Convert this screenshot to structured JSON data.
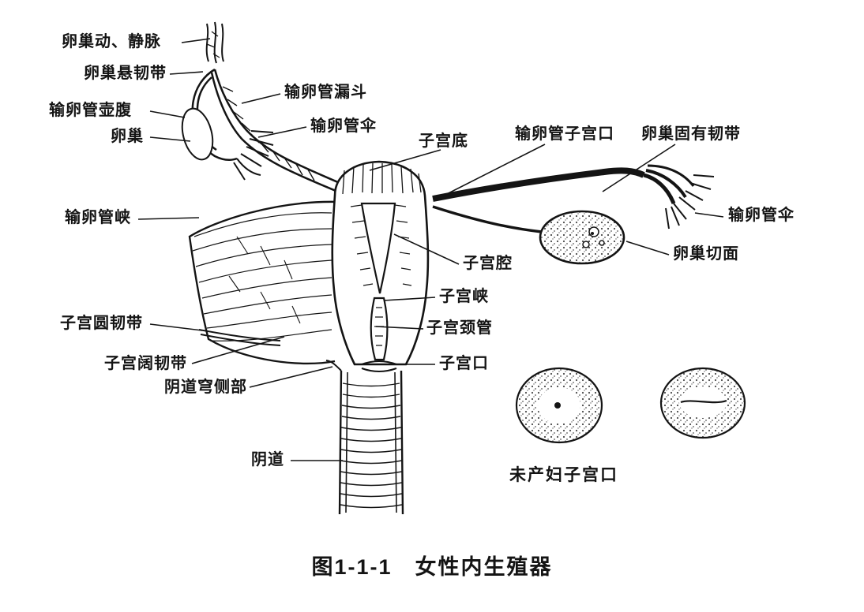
{
  "figure": {
    "caption": "图1-1-1　女性内生殖器",
    "os_caption": "未产妇子宫口"
  },
  "labels": {
    "ovarian_vessels": "卵巢动、静脉",
    "suspensory_ligament": "卵巢悬韧带",
    "ampulla": "输卵管壶腹",
    "ovary": "卵巢",
    "infundibulum": "输卵管漏斗",
    "fimbriae_left": "输卵管伞",
    "fundus": "子宫底",
    "tube_uterine_opening": "输卵管子宫口",
    "proper_ovarian_ligament": "卵巢固有韧带",
    "fimbriae_right": "输卵管伞",
    "tube_isthmus": "输卵管峡",
    "ovary_section": "卵巢切面",
    "uterine_cavity": "子宫腔",
    "uterine_isthmus": "子宫峡",
    "cervical_canal": "子宫颈管",
    "cervical_os": "子宫口",
    "round_ligament": "子宫圆韧带",
    "broad_ligament": "子宫阔韧带",
    "lateral_fornix": "阴道穹侧部",
    "vagina": "阴道"
  },
  "colors": {
    "ink": "#141414",
    "background": "#ffffff"
  }
}
